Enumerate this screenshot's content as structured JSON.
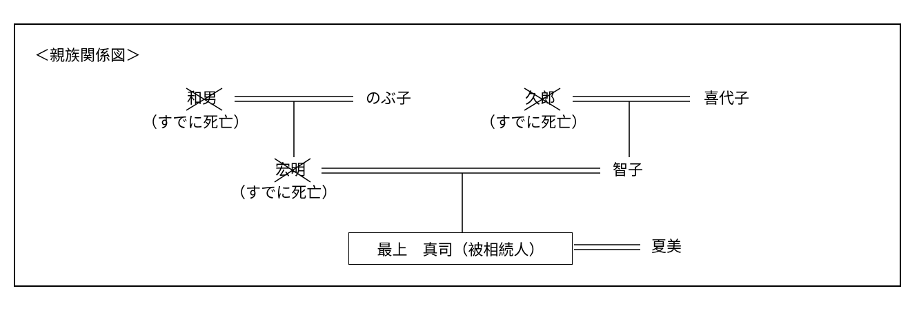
{
  "title": "＜親族関係図＞",
  "persons": {
    "kazuo": {
      "name": "和男",
      "note": "（すでに死亡）",
      "deceased": true
    },
    "nobuko": {
      "name": "のぶ子"
    },
    "hisao": {
      "name": "久郎",
      "note": "（すでに死亡）",
      "deceased": true
    },
    "kiyoko": {
      "name": "喜代子"
    },
    "hiroaki": {
      "name": "宏明",
      "note": "（すでに死亡）",
      "deceased": true
    },
    "tomoko": {
      "name": "智子"
    },
    "shinji": {
      "name": "最上　真司（被相続人）"
    },
    "natsumi": {
      "name": "夏美"
    }
  }
}
